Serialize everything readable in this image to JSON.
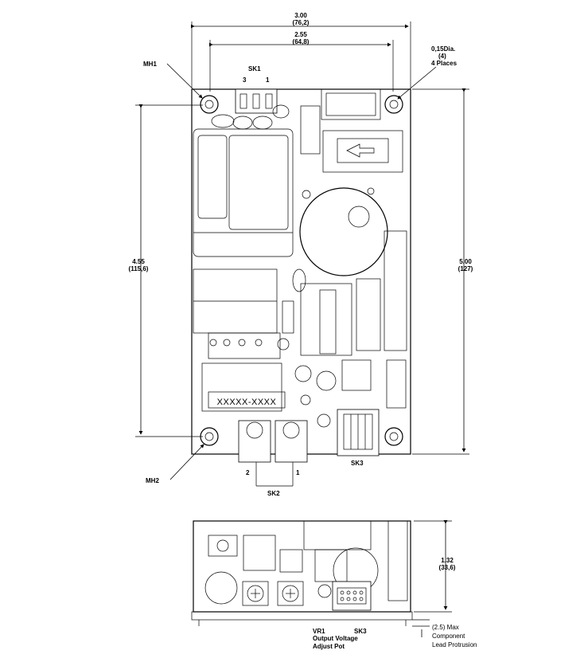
{
  "top_view": {
    "width_dim": {
      "inch": "3.00",
      "mm": "(76,2)"
    },
    "hole_spacing_dim": {
      "inch": "2.55",
      "mm": "(64,8)"
    },
    "hole_note": {
      "line1": "0,15Dia.",
      "line2": "(4)",
      "line3": "4 Places"
    },
    "height_dim": {
      "inch": "5.00",
      "mm": "(127)"
    },
    "hole_pitch_dim": {
      "inch": "4.55",
      "mm": "(115,6)"
    },
    "mh1": "MH1",
    "mh2": "MH2",
    "sk1": {
      "name": "SK1",
      "pin3": "3",
      "pin1": "1"
    },
    "sk2": {
      "name": "SK2",
      "pin2": "2",
      "pin1": "1"
    },
    "sk3": "SK3",
    "label_text": "XXXXX-XXXX"
  },
  "side_view": {
    "height_dim": {
      "inch": "1.32",
      "mm": "(33,6)"
    },
    "protrusion": {
      "line1": "(2.5) Max",
      "line2": "Component",
      "line3": "Lead Protrusion"
    },
    "vr1": {
      "line1": "VR1",
      "line2": "Output Voltage",
      "line3": "Adjust Pot"
    },
    "sk3": "SK3"
  }
}
